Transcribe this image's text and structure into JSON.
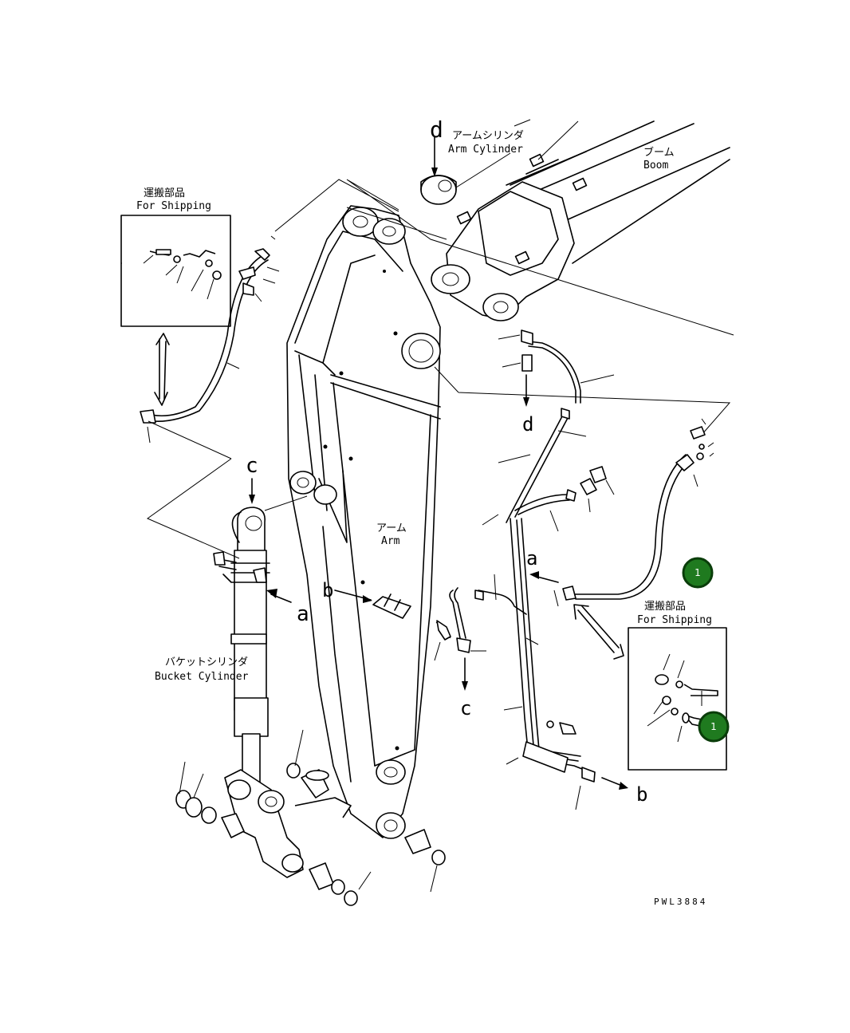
{
  "labels": {
    "arm_cylinder_jp": "アームシリンダ",
    "arm_cylinder_en": "Arm Cylinder",
    "boom_jp": "ブーム",
    "boom_en": "Boom",
    "arm_jp": "アーム",
    "arm_en": "Arm",
    "bucket_cylinder_jp": "バケットシリンダ",
    "bucket_cylinder_en": "Bucket Cylinder",
    "for_shipping_left_jp": "運搬部品",
    "for_shipping_left_en": "For Shipping",
    "for_shipping_right_jp": "運搬部品",
    "for_shipping_right_en": "For Shipping",
    "drawing_code": "PWL3884"
  },
  "view_refs": {
    "d_top": "d",
    "d_mid": "d",
    "c_top": "c",
    "c_bottom": "c",
    "a_left": "a",
    "a_right": "a",
    "b_left": "b",
    "b_right": "b"
  },
  "callouts": [
    {
      "id": "callout-1-hose",
      "number": "1",
      "color": "#1f7a1f"
    },
    {
      "id": "callout-1-shipping",
      "number": "1",
      "color": "#1f7a1f"
    }
  ]
}
